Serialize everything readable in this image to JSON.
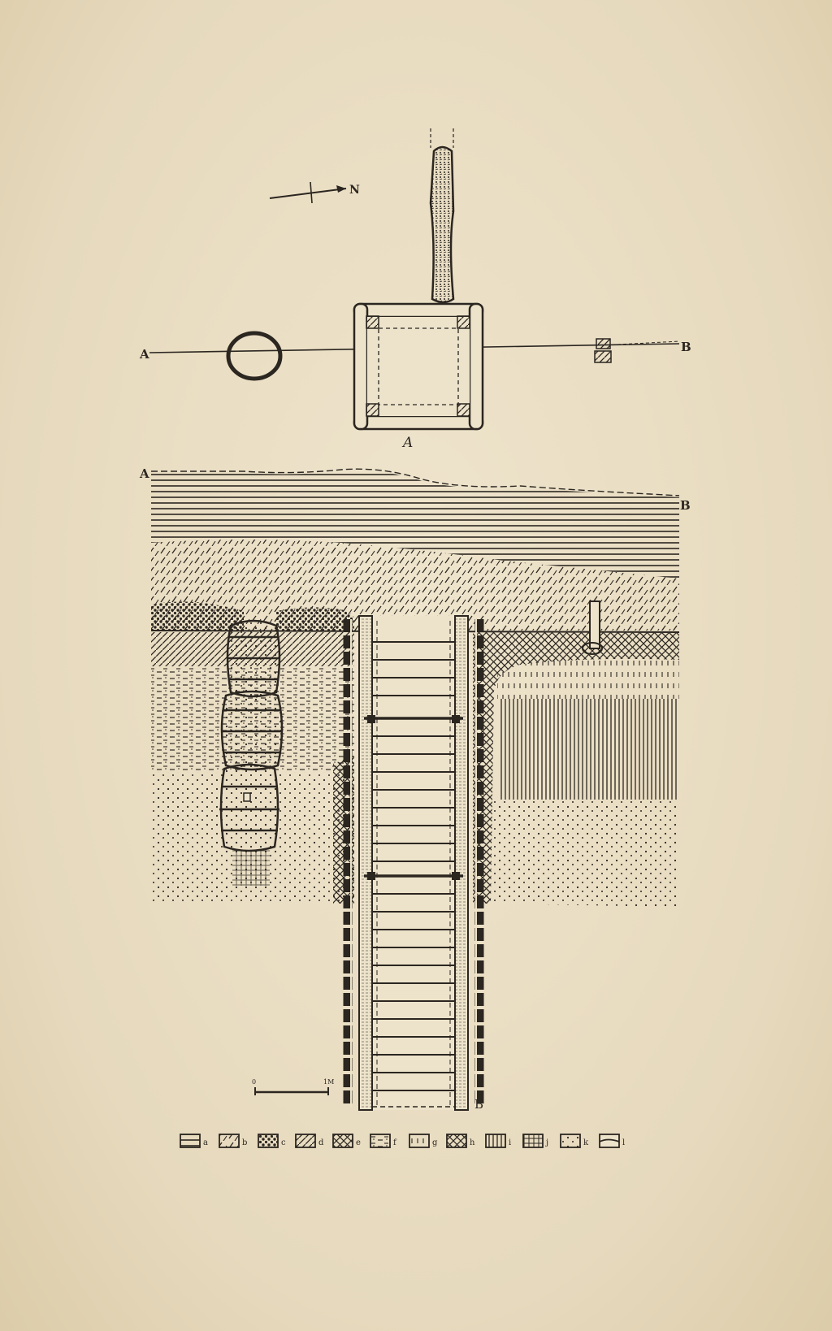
{
  "plan": {
    "north_label": "N",
    "point_a": "A",
    "point_b": "B",
    "shaft_label": "A"
  },
  "section": {
    "label_a": "A",
    "label_b": "B",
    "label_b_bottom": "B",
    "scale_start": "0",
    "scale_end": "1M"
  },
  "legend": {
    "items": [
      {
        "key": "a",
        "pattern": "horizontal-lines"
      },
      {
        "key": "b",
        "pattern": "diagonal-dashes"
      },
      {
        "key": "c",
        "pattern": "coarse-dots"
      },
      {
        "key": "d",
        "pattern": "diagonal-lines"
      },
      {
        "key": "e",
        "pattern": "crosshatch"
      },
      {
        "key": "f",
        "pattern": "horizontal-dashes"
      },
      {
        "key": "g",
        "pattern": "vertical-dashes"
      },
      {
        "key": "h",
        "pattern": "dense-diagonal"
      },
      {
        "key": "i",
        "pattern": "vertical-lines"
      },
      {
        "key": "j",
        "pattern": "grid-marks"
      },
      {
        "key": "k",
        "pattern": "sparse-dots"
      },
      {
        "key": "l",
        "pattern": "boundary-line"
      }
    ]
  },
  "colors": {
    "paper": "#e8dcc2",
    "ink": "#2b2620"
  }
}
